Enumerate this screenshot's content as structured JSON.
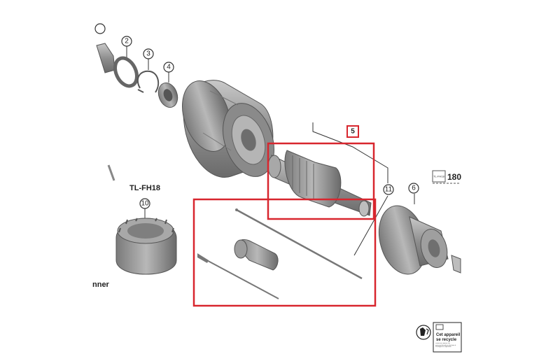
{
  "callouts": {
    "c2": "2",
    "c3": "3",
    "c4": "4",
    "c5": "5",
    "c6": "6",
    "c10": "10",
    "c11": "11"
  },
  "labels": {
    "tool_name": "TL-FH18",
    "tool_box_label": "TL-FH18",
    "torque_value": "180",
    "partial_word": "nner"
  },
  "recycle_notice": {
    "line1": "Cet appareil",
    "line2": "se recycle",
    "small_text": "Points de collecte sur www.quefairedemesdechets.fr Privilégiez la réparation"
  },
  "colors": {
    "highlight": "#d8262e",
    "metal_dark": "#6e6e6e",
    "metal_mid": "#9a9a9a",
    "metal_light": "#c8c8c8"
  }
}
